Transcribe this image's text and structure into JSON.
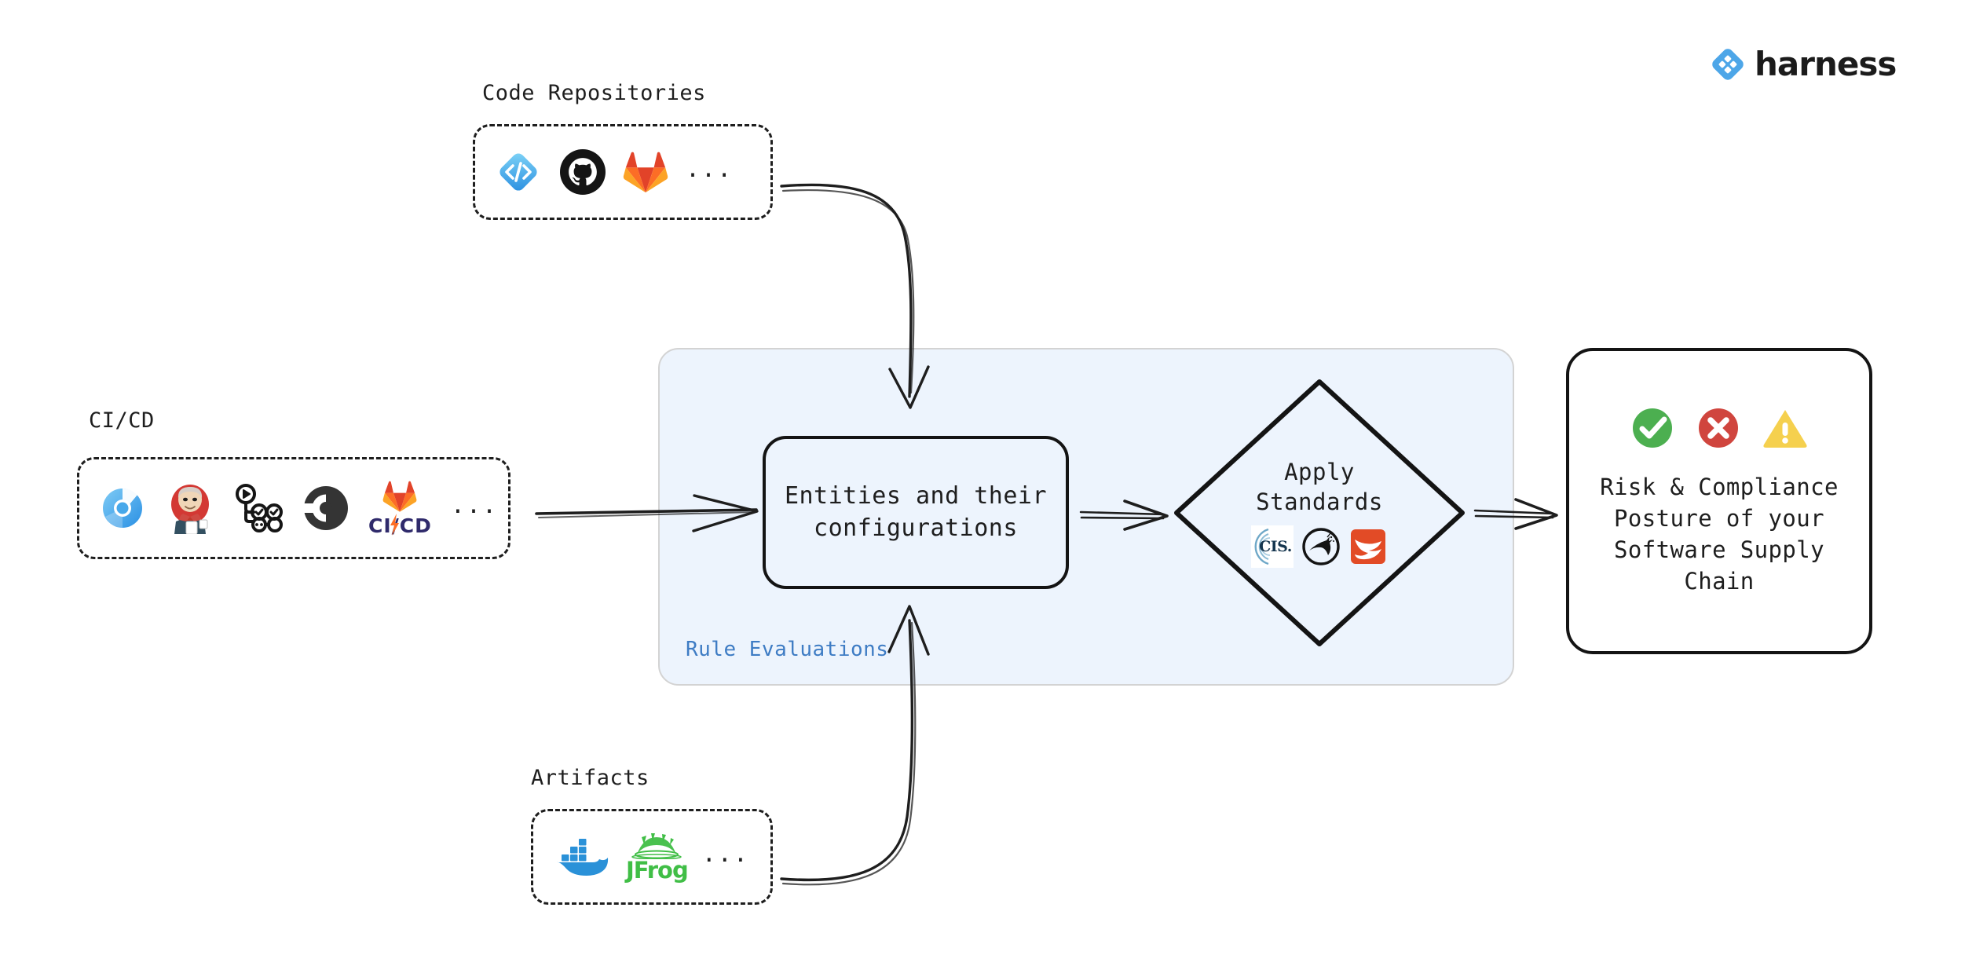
{
  "brand": {
    "name": "harness",
    "logo_icon": "harness-diamond-icon",
    "accent": "#4da6e8"
  },
  "colors": {
    "panel_fill": "#edf4fd",
    "panel_border": "#d3d3d3",
    "panel_label": "#3e7cc4",
    "stroke": "#1e1e1e",
    "success": "#4caf50",
    "error": "#d0453e",
    "warning": "#f5d04e"
  },
  "sources": [
    {
      "id": "code-repositories",
      "label": "Code Repositories",
      "ellipsis": "...",
      "icons": [
        {
          "name": "harness-code-icon",
          "label": "Harness Code"
        },
        {
          "name": "github-icon",
          "label": "GitHub"
        },
        {
          "name": "gitlab-icon",
          "label": "GitLab"
        }
      ]
    },
    {
      "id": "ci-cd",
      "label": "CI/CD",
      "ellipsis": "...",
      "icons": [
        {
          "name": "harness-ci-icon",
          "label": "Harness CI"
        },
        {
          "name": "jenkins-icon",
          "label": "Jenkins"
        },
        {
          "name": "github-actions-icon",
          "label": "GitHub Actions"
        },
        {
          "name": "circleci-icon",
          "label": "CircleCI"
        },
        {
          "name": "gitlab-cicd-icon",
          "label": "GitLab CI/CD"
        }
      ],
      "gitlab_cicd_text": "CI/CD"
    },
    {
      "id": "artifacts",
      "label": "Artifacts",
      "ellipsis": "...",
      "icons": [
        {
          "name": "docker-icon",
          "label": "Docker"
        },
        {
          "name": "jfrog-icon",
          "label": "JFrog"
        }
      ],
      "jfrog_text": "JFrog"
    }
  ],
  "panel": {
    "label": "Rule Evaluations"
  },
  "entity_node": {
    "text": "Entities and their\nconfigurations"
  },
  "standards_node": {
    "text": "Apply\nStandards",
    "icons": [
      {
        "name": "cis-icon",
        "label": "CIS",
        "text": "CIS."
      },
      {
        "name": "owasp-icon",
        "label": "OWASP"
      },
      {
        "name": "slsa-icon",
        "label": "SLSA"
      }
    ]
  },
  "result_node": {
    "text": "Risk & Compliance\nPosture of your\nSoftware Supply\nChain",
    "status_icons": [
      {
        "name": "check-circle-icon",
        "label": "pass",
        "color": "#4caf50"
      },
      {
        "name": "x-circle-icon",
        "label": "fail",
        "color": "#d0453e"
      },
      {
        "name": "warning-triangle-icon",
        "label": "warn",
        "color": "#f5d04e"
      }
    ]
  },
  "connectors": [
    {
      "name": "code-repos-to-entities",
      "style": "curved-arrow"
    },
    {
      "name": "cicd-to-entities",
      "style": "straight-arrow"
    },
    {
      "name": "artifacts-to-entities",
      "style": "curved-arrow"
    },
    {
      "name": "entities-to-standards",
      "style": "double-line-arrow"
    },
    {
      "name": "standards-to-result",
      "style": "double-line-arrow"
    }
  ]
}
